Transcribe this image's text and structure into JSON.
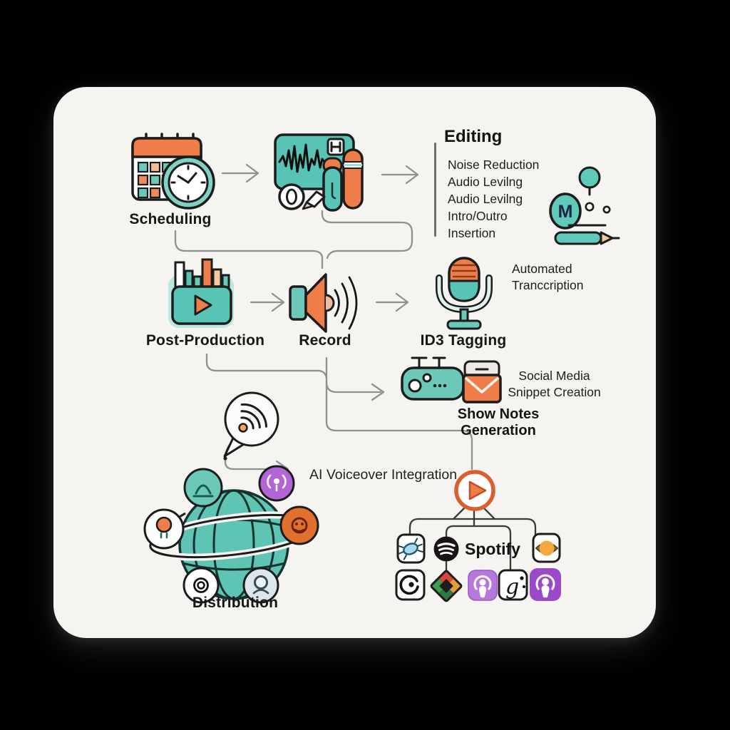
{
  "stages": {
    "scheduling": "Scheduling",
    "post_production": "Post-Production",
    "record": "Record",
    "id3_tagging": "ID3 Tagging",
    "distribution": "Distribution"
  },
  "editing": {
    "title": "Editing",
    "items": [
      "Noise Reduction",
      "Audio Levilng",
      "Audio Levilng",
      "Intro/Outro",
      "Insertion"
    ]
  },
  "annotations": {
    "transcription_line1": "Automated",
    "transcription_line2": "Tranccription",
    "social_line1": "Social Media",
    "social_line2": "Snippet Creation",
    "show_notes": "Show Notes Generation",
    "ai_voiceover": "AI Voiceover Integration"
  },
  "platforms": {
    "spotify": "Spotify"
  },
  "glyphs": {
    "m": "M",
    "g": "g"
  },
  "colors": {
    "teal": "#58c4b5",
    "teal_light": "#bfe7de",
    "orange": "#ee7d49",
    "peach": "#f4ba9c",
    "card_bg": "#f5f4f1",
    "arrow_gray": "#909090",
    "purple_light": "#b678dd",
    "purple_dark": "#9a49cb",
    "spotify_black": "#181414",
    "text": "#1b1b1b"
  }
}
